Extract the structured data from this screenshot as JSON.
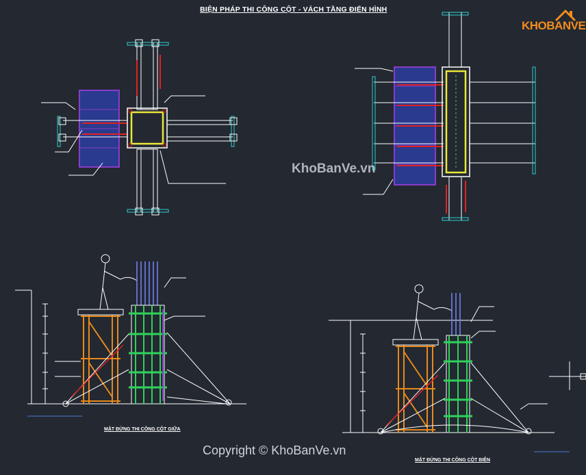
{
  "title": "BIỆN PHÁP THI CÔNG CỘT - VÁCH TẦNG ĐIỂN HÌNH",
  "captions": {
    "left_elevation": "MẶT ĐỨNG THI CÔNG CỘT GIỮA",
    "right_elevation": "MẶT ĐỨNG THI CÔNG CỘT BIÊN"
  },
  "watermark": "KhoBanVe.vn",
  "copyright": "Copyright © KhoBanVe.vn",
  "logo": {
    "text": "KHOBANVE",
    "icon": "house-roof-icon"
  },
  "colors": {
    "background": "#232831",
    "steel": "#ffffff",
    "formwork_green": "#2fd35a",
    "panel_purple": "#8a3cc8",
    "panel_blue": "#2a3a8f",
    "scaffold_orange": "#e88a1a",
    "rebar_blue": "#6f7ff0",
    "accent_red": "#e02222",
    "column_yellow": "#e8e83a",
    "tie_cyan": "#2fd0d0",
    "logo_orange": "#f28c1e"
  }
}
